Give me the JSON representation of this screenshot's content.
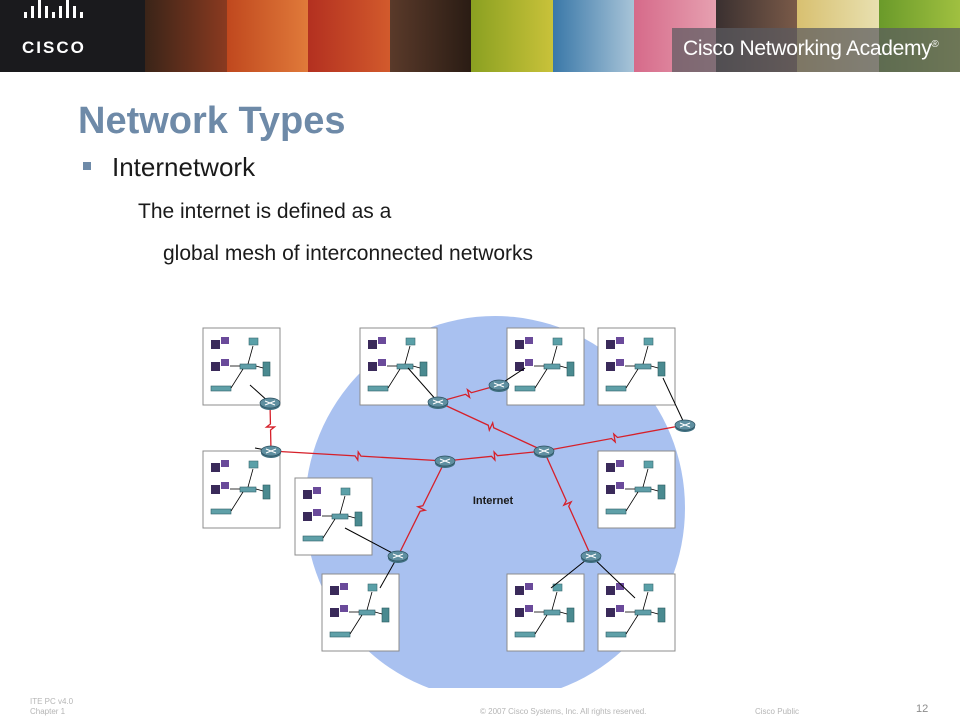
{
  "header": {
    "logo_text": "CISCO",
    "academy_title": "Cisco Networking Academy",
    "academy_trademark": "®"
  },
  "slide": {
    "title": "Network Types",
    "bullet": "Internetwork",
    "line_2": "The internet is defined as a",
    "line_3": "global mesh of interconnected networks"
  },
  "diagram": {
    "cloud_label": "Internet",
    "colors": {
      "cloud": "#a9c1f0",
      "wan_link": "#d6202a",
      "router": "#5f8fa0",
      "lan_box_border": "#8c8c8c"
    }
  },
  "footer": {
    "course": "ITE PC v4.0",
    "chapter": "Chapter 1",
    "copyright": "© 2007 Cisco Systems, Inc. All rights reserved.",
    "classification": "Cisco Public",
    "page_number": "12"
  }
}
